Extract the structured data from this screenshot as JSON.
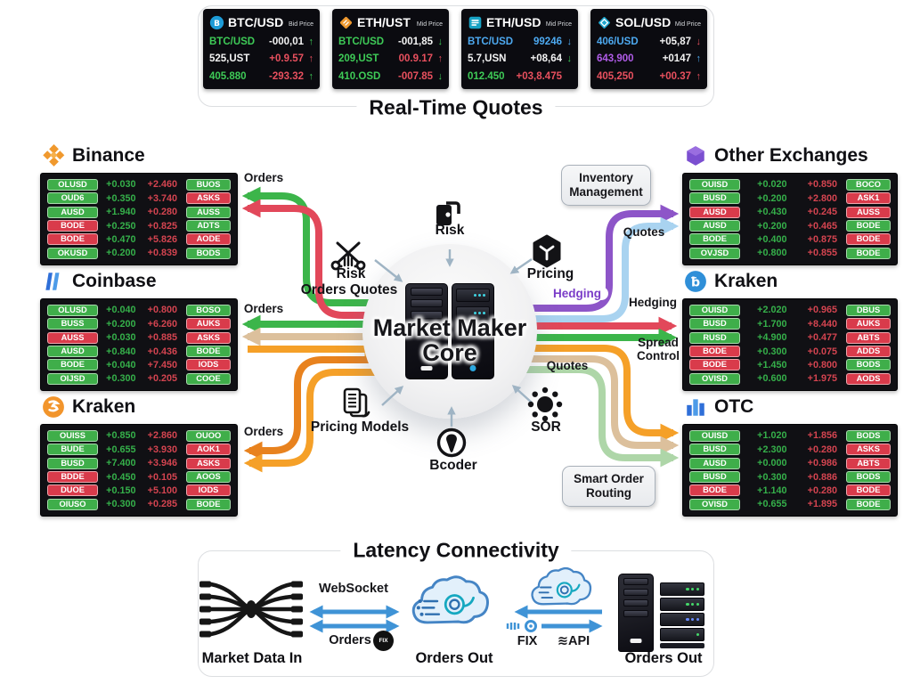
{
  "palette": {
    "arrow_green": "#3cb54a",
    "arrow_red": "#e2485a",
    "arrow_tan": "#dcc09c",
    "arrow_orange": "#f5a028",
    "arrow_dark_orange": "#e8821e",
    "arrow_purple": "#8d55c8",
    "arrow_light_blue": "#a9d3f0",
    "arrow_light_green": "#aed6a8",
    "arrow_blue": "#3f93d6",
    "badge_green": "#3fae4a",
    "badge_red": "#d93b4b",
    "text_green": "#35b04a",
    "text_red": "#d44450",
    "panel_black": "#101014"
  },
  "realtime": {
    "title": "Real-Time Quotes",
    "cards": [
      {
        "symbol": "BTC/USD",
        "subtitle": "Bid Price",
        "logo": "btc",
        "rows": [
          {
            "label": "BTC/USD",
            "lc": "green",
            "value": "-000,01",
            "vc": "white",
            "arrow": "up",
            "ac": "green"
          },
          {
            "label": "525,UST",
            "lc": "white",
            "value": "+0.9.57",
            "vc": "red",
            "arrow": "up",
            "ac": "red"
          },
          {
            "label": "405.880",
            "lc": "green",
            "value": "-293.32",
            "vc": "red",
            "arrow": "up",
            "ac": "green"
          }
        ]
      },
      {
        "symbol": "ETH/UST",
        "subtitle": "Mid Price",
        "logo": "ethd",
        "rows": [
          {
            "label": "BTC/USD",
            "lc": "green",
            "value": "-001,85",
            "vc": "white",
            "arrow": "down",
            "ac": "green"
          },
          {
            "label": "209,UST",
            "lc": "green",
            "value": "00.9.17",
            "vc": "red",
            "arrow": "up",
            "ac": "red"
          },
          {
            "label": "410.OSD",
            "lc": "green",
            "value": "-007.85",
            "vc": "red",
            "arrow": "down",
            "ac": "green"
          }
        ]
      },
      {
        "symbol": "ETH/USD",
        "subtitle": "Mid Price",
        "logo": "menu",
        "rows": [
          {
            "label": "BTC/USD",
            "lc": "blue",
            "value": "99246",
            "vc": "blue",
            "arrow": "down",
            "ac": "blue"
          },
          {
            "label": "5.7,USN",
            "lc": "white",
            "value": "+08,64",
            "vc": "white",
            "arrow": "down",
            "ac": "green"
          },
          {
            "label": "012.450",
            "lc": "green",
            "value": "+03,8.475",
            "vc": "red",
            "arrow": "",
            "ac": "red"
          }
        ]
      },
      {
        "symbol": "SOL/USD",
        "subtitle": "Mid Price",
        "logo": "sold",
        "rows": [
          {
            "label": "406/USD",
            "lc": "blue",
            "value": "+05,87",
            "vc": "white",
            "arrow": "down",
            "ac": "red"
          },
          {
            "label": "643,900",
            "lc": "purple",
            "value": "+0147",
            "vc": "white",
            "arrow": "up",
            "ac": "blue"
          },
          {
            "label": "405,250",
            "lc": "red",
            "value": "+00.37",
            "vc": "red",
            "arrow": "up",
            "ac": "red"
          }
        ]
      }
    ]
  },
  "left_exchanges": [
    {
      "name": "Binance",
      "logo": "binance",
      "rows": [
        [
          "OLUSD",
          "g",
          "+0.030",
          "+2.460",
          "BUOS",
          "g"
        ],
        [
          "OUD6",
          "g",
          "+0.350",
          "+3.740",
          "ASKS",
          "r"
        ],
        [
          "AUSD",
          "g",
          "+1.940",
          "+0.280",
          "AUSS",
          "g"
        ],
        [
          "BODE",
          "r",
          "+0.250",
          "+0.825",
          "ADTS",
          "g"
        ],
        [
          "BODE",
          "r",
          "+0.470",
          "+5.826",
          "AODE",
          "r"
        ],
        [
          "OKUSD",
          "g",
          "+0.200",
          "+0.839",
          "BODS",
          "g"
        ]
      ]
    },
    {
      "name": "Coinbase",
      "logo": "coinbase",
      "rows": [
        [
          "OLUSD",
          "g",
          "+0.040",
          "+0.800",
          "BOSO",
          "g"
        ],
        [
          "BUSS",
          "g",
          "+0.200",
          "+6.260",
          "AUKS",
          "r"
        ],
        [
          "AUSS",
          "r",
          "+0.030",
          "+0.885",
          "ASKS",
          "r"
        ],
        [
          "AUSD",
          "g",
          "+0.840",
          "+0.436",
          "BODE",
          "g"
        ],
        [
          "BODE",
          "g",
          "+0.040",
          "+7.450",
          "IODS",
          "r"
        ],
        [
          "OIJSD",
          "g",
          "+0.300",
          "+0.205",
          "COOE",
          "g"
        ]
      ]
    },
    {
      "name": "Kraken",
      "logo": "krakeno",
      "rows": [
        [
          "OUISS",
          "g",
          "+0.850",
          "+2.860",
          "OUOO",
          "g"
        ],
        [
          "BUDE",
          "g",
          "+0.655",
          "+3.930",
          "AOK1",
          "r"
        ],
        [
          "BUSD",
          "g",
          "+7.400",
          "+3.946",
          "ASKS",
          "r"
        ],
        [
          "BDDE",
          "r",
          "+0.450",
          "+0.105",
          "AOOS",
          "g"
        ],
        [
          "DUOE",
          "r",
          "+0.150",
          "+5.100",
          "IODS",
          "r"
        ],
        [
          "OIUSO",
          "g",
          "+0.300",
          "+0.285",
          "BODE",
          "g"
        ]
      ]
    }
  ],
  "right_exchanges": [
    {
      "name": "Other Exchanges",
      "logo": "purplebox",
      "rows": [
        [
          "OUISD",
          "g",
          "+0.020",
          "+0.850",
          "BOCO",
          "g"
        ],
        [
          "BUSD",
          "g",
          "+0.200",
          "+2.800",
          "ASK1",
          "r"
        ],
        [
          "AUSD",
          "r",
          "+0.430",
          "+0.245",
          "AUSS",
          "r"
        ],
        [
          "AUSD",
          "g",
          "+0.200",
          "+0.465",
          "BODE",
          "g"
        ],
        [
          "BODE",
          "g",
          "+0.400",
          "+0.875",
          "BODE",
          "r"
        ],
        [
          "OVJSD",
          "g",
          "+0.800",
          "+0.855",
          "BODE",
          "g"
        ]
      ]
    },
    {
      "name": "Kraken",
      "logo": "krakenb",
      "rows": [
        [
          "OUISD",
          "g",
          "+2.020",
          "+0.965",
          "DBUS",
          "g"
        ],
        [
          "BUSD",
          "g",
          "+1.700",
          "+8.440",
          "AUKS",
          "r"
        ],
        [
          "RUSD",
          "g",
          "+4.900",
          "+0.477",
          "ABTS",
          "r"
        ],
        [
          "BODE",
          "r",
          "+0.300",
          "+0.075",
          "ADDS",
          "r"
        ],
        [
          "BODE",
          "r",
          "+1.450",
          "+0.800",
          "BODS",
          "g"
        ],
        [
          "OVISD",
          "g",
          "+0.600",
          "+1.975",
          "AODS",
          "r"
        ]
      ]
    },
    {
      "name": "OTC",
      "logo": "otc",
      "rows": [
        [
          "OUISD",
          "g",
          "+1.020",
          "+1.856",
          "BODS",
          "g"
        ],
        [
          "BUSD",
          "g",
          "+2.300",
          "+0.280",
          "ASKS",
          "r"
        ],
        [
          "AUSD",
          "g",
          "+0.000",
          "+0.986",
          "ABTS",
          "r"
        ],
        [
          "BUSD",
          "g",
          "+0.300",
          "+0.886",
          "BODS",
          "g"
        ],
        [
          "BODE",
          "r",
          "+1.140",
          "+0.280",
          "BODE",
          "r"
        ],
        [
          "OVISD",
          "g",
          "+0.655",
          "+1.895",
          "BODE",
          "g"
        ]
      ]
    }
  ],
  "core": {
    "title_line1": "Market Maker",
    "title_line2": "Core",
    "labels": {
      "risk_top": "Risk",
      "risk_left": "Risk",
      "orders_quotes": "Orders Quotes",
      "pricing": "Pricing",
      "pricing_models": "Pricing Models",
      "broker": "Bcoder",
      "sor": "SOR"
    },
    "boxes": {
      "inventory": "Inventory Management",
      "smart_order": "Smart Order Routing"
    },
    "flow": {
      "orders_binance": "Orders",
      "orders_coinbase": "Orders",
      "orders_kraken": "Orders",
      "hedging_purple": "Hedging",
      "quotes_top": "Quotes",
      "hedging": "Hedging",
      "spread_control": "Spread Control",
      "quotes_bottom": "Quotes"
    }
  },
  "latency": {
    "title": "Latency Connectivity",
    "market_data_in": "Market Data In",
    "websocket": "WebSocket",
    "orders_label": "Orders",
    "fix_badge": "FIX",
    "orders_out_left": "Orders Out",
    "fix_label": "FIX",
    "api_wave": "≋",
    "api_label": "API",
    "orders_out_right": "Orders Out"
  }
}
